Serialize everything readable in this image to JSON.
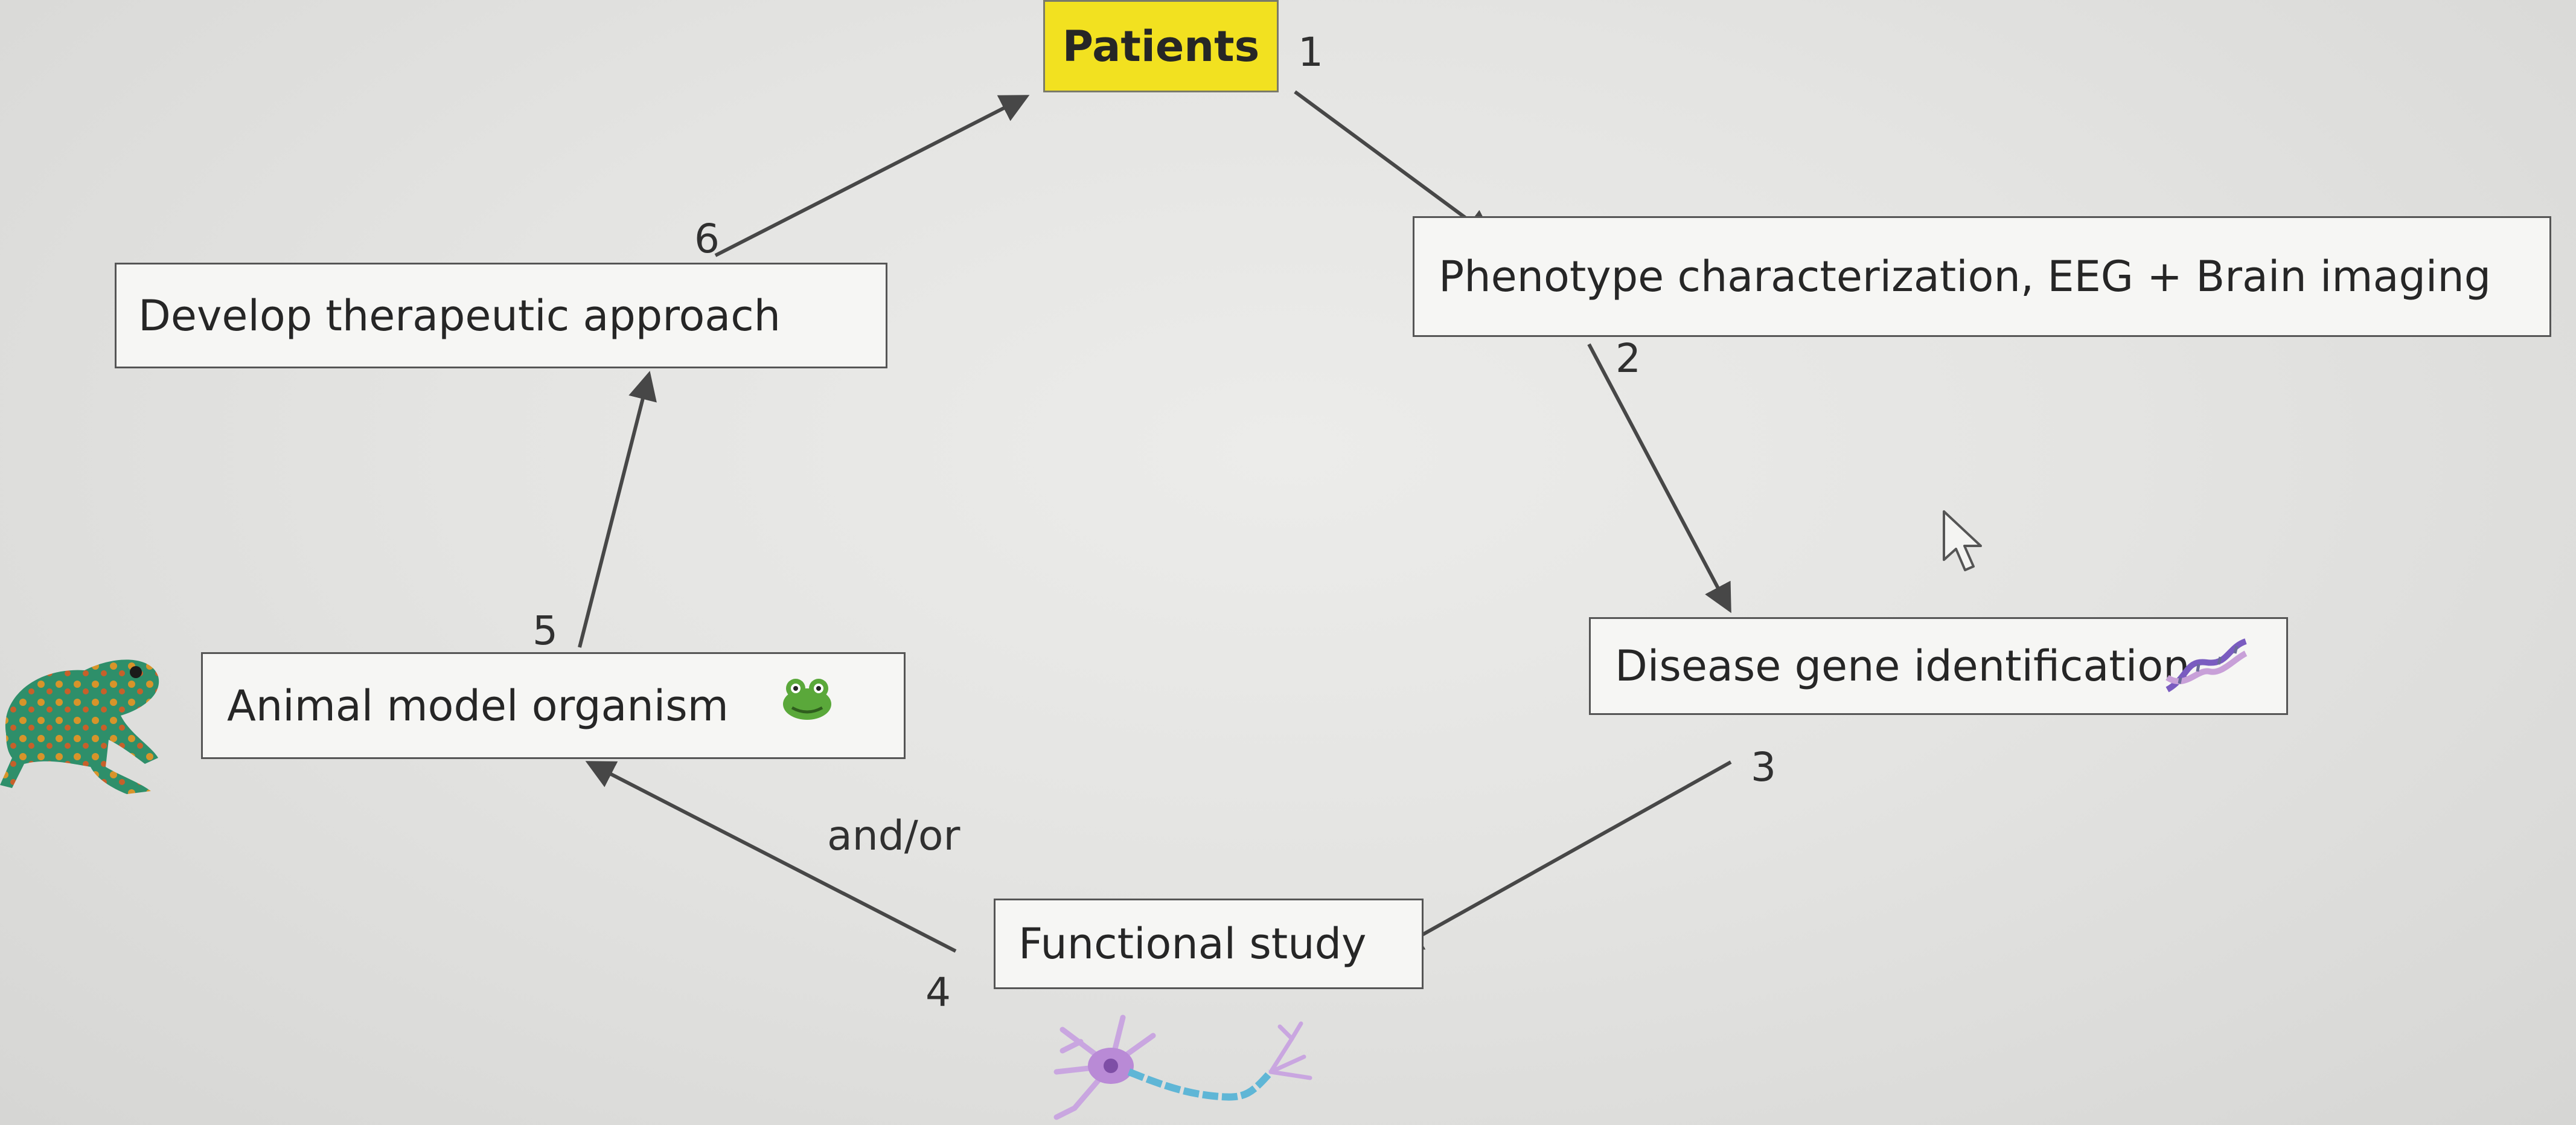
{
  "nodes": {
    "patients": "Patients",
    "phenotype": "Phenotype characterization, EEG + Brain imaging",
    "disease_gene": "Disease gene identification",
    "functional": "Functional study",
    "animal": "Animal model organism",
    "therapeutic": "Develop therapeutic approach"
  },
  "steps": [
    "1",
    "2",
    "3",
    "4",
    "5",
    "6"
  ],
  "edge_labels": {
    "and_or": "and/or"
  },
  "icons": [
    "frog-icon",
    "dna-icon",
    "neuron-icon",
    "mouse-cursor-icon"
  ],
  "colors": {
    "patients_box": "#f2e120",
    "box": "#f6f6f4",
    "arrow": "#474747",
    "frog": "#2e8f6a"
  }
}
